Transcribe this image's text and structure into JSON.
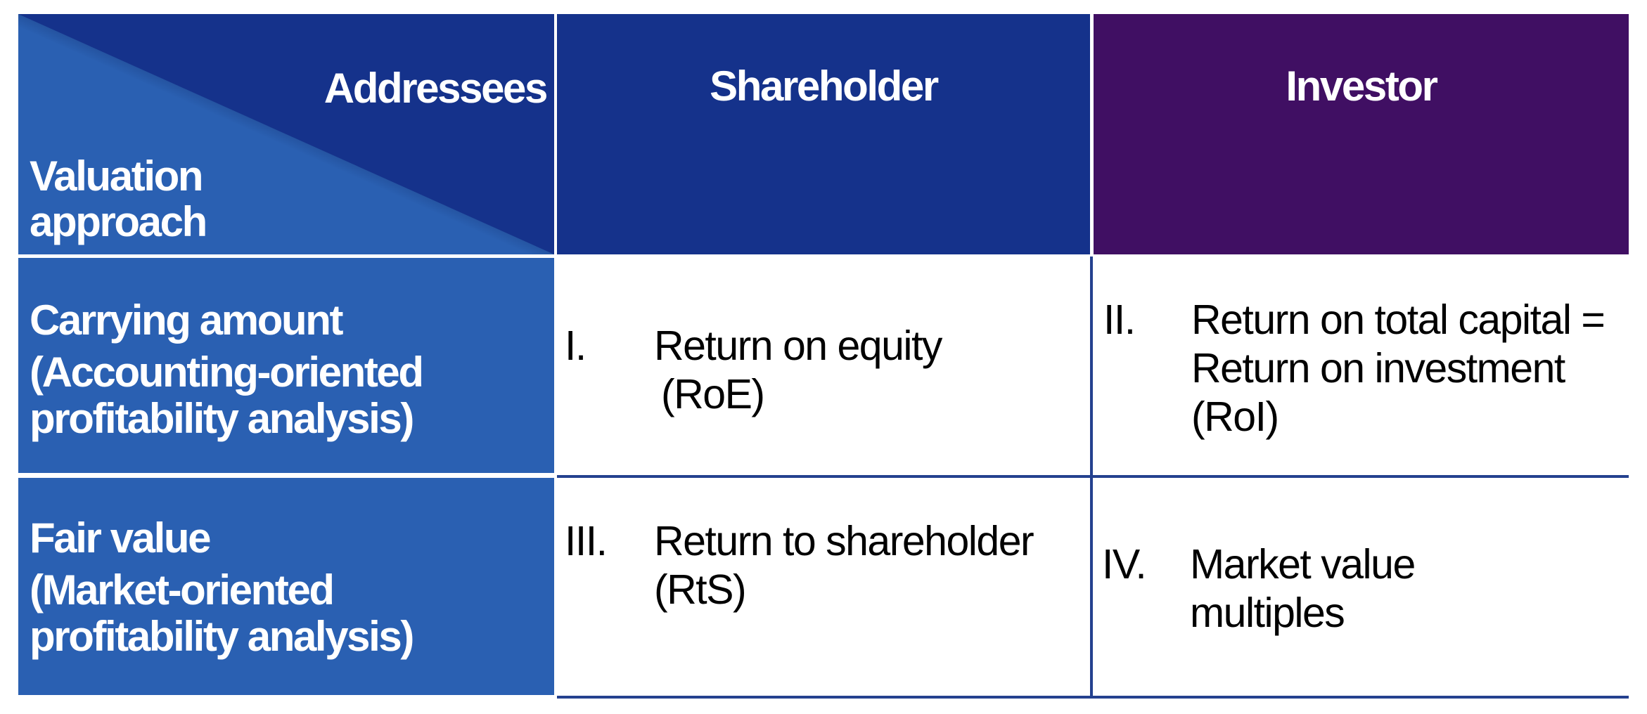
{
  "colors": {
    "header_navy": "#15328b",
    "row_blue": "#2a60b2",
    "investor_purple": "#400f63",
    "divider_navy": "#24418f",
    "header_text": "#ffffff",
    "body_text": "#000000",
    "background": "#ffffff"
  },
  "matrix": {
    "corner": {
      "col_axis_label": "Addressees",
      "row_axis_lines": [
        "Valuation",
        "approach"
      ]
    },
    "column_headers": [
      {
        "id": "shareholder",
        "label": "Shareholder"
      },
      {
        "id": "investor",
        "label": "Investor"
      }
    ],
    "row_headers": [
      {
        "id": "carrying-amount",
        "title": "Carrying amount",
        "subtitle_lines": [
          "(Accounting-oriented",
          "profitability analysis)"
        ]
      },
      {
        "id": "fair-value",
        "title": "Fair value",
        "subtitle_lines": [
          "(Market-oriented",
          "profitability analysis)"
        ]
      }
    ],
    "cells": [
      {
        "id": "roe",
        "marker": "I.",
        "lines": [
          "Return on equity",
          "(RoE)"
        ]
      },
      {
        "id": "roi",
        "marker": "II.",
        "lines": [
          "Return on total capital =",
          "Return on investment",
          "(RoI)"
        ]
      },
      {
        "id": "rts",
        "marker": "III.",
        "lines": [
          "Return to shareholder",
          "(RtS)"
        ]
      },
      {
        "id": "mvm",
        "marker": "IV.",
        "lines": [
          "Market value",
          "multiples"
        ]
      }
    ]
  }
}
